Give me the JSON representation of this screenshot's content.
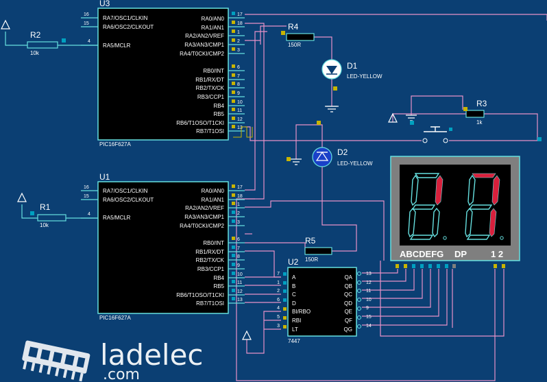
{
  "chip_top": {
    "ref": "U3",
    "model": "PIC16F627A",
    "left_pins": [
      {
        "num": "16",
        "label": "RA7/OSC1/CLKIN"
      },
      {
        "num": "15",
        "label": "RA6/OSC2/CLKOUT"
      },
      {
        "num": "4",
        "label": "RA5/MCLR"
      }
    ],
    "right_pins": [
      {
        "num": "17",
        "label": "RA0/AN0"
      },
      {
        "num": "18",
        "label": "RA1/AN1"
      },
      {
        "num": "1",
        "label": "RA2/AN2/VREF"
      },
      {
        "num": "2",
        "label": "RA3/AN3/CMP1"
      },
      {
        "num": "3",
        "label": "RA4/T0CKI/CMP2"
      },
      {
        "num": "6",
        "label": "RB0/INT"
      },
      {
        "num": "7",
        "label": "RB1/RX/DT"
      },
      {
        "num": "8",
        "label": "RB2/TX/CK"
      },
      {
        "num": "9",
        "label": "RB3/CCP1"
      },
      {
        "num": "10",
        "label": "RB4"
      },
      {
        "num": "11",
        "label": "RB5"
      },
      {
        "num": "12",
        "label": "RB6/T1OSO/T1CKI"
      },
      {
        "num": "13",
        "label": "RB7/T1OSI"
      }
    ]
  },
  "chip_bottom": {
    "ref": "U1",
    "model": "PIC16F627A",
    "left_pins": [
      {
        "num": "16",
        "label": "RA7/OSC1/CLKIN"
      },
      {
        "num": "15",
        "label": "RA6/OSC2/CLKOUT"
      },
      {
        "num": "4",
        "label": "RA5/MCLR"
      }
    ],
    "right_pins": [
      {
        "num": "17",
        "label": "RA0/AN0"
      },
      {
        "num": "18",
        "label": "RA1/AN1"
      },
      {
        "num": "1",
        "label": "RA2/AN2/VREF"
      },
      {
        "num": "2",
        "label": "RA3/AN3/CMP1"
      },
      {
        "num": "3",
        "label": "RA4/T0CKI/CMP2"
      },
      {
        "num": "6",
        "label": "RB0/INT"
      },
      {
        "num": "7",
        "label": "RB1/RX/DT"
      },
      {
        "num": "8",
        "label": "RB2/TX/CK"
      },
      {
        "num": "9",
        "label": "RB3/CCP1"
      },
      {
        "num": "10",
        "label": "RB4"
      },
      {
        "num": "11",
        "label": "RB5"
      },
      {
        "num": "12",
        "label": "RB6/T1OSO/T1CKI"
      },
      {
        "num": "13",
        "label": "RB7/T1OSI"
      }
    ]
  },
  "decoder": {
    "ref": "U2",
    "model": "7447",
    "left_pins": [
      {
        "num": "7",
        "label": "A"
      },
      {
        "num": "1",
        "label": "B"
      },
      {
        "num": "2",
        "label": "C"
      },
      {
        "num": "6",
        "label": "D"
      },
      {
        "num": "4",
        "label": "BI/RBO"
      },
      {
        "num": "5",
        "label": "RBI"
      },
      {
        "num": "3",
        "label": "LT"
      }
    ],
    "right_pins": [
      {
        "num": "13",
        "label": "QA"
      },
      {
        "num": "12",
        "label": "QB"
      },
      {
        "num": "11",
        "label": "QC"
      },
      {
        "num": "10",
        "label": "QD"
      },
      {
        "num": "9",
        "label": "QE"
      },
      {
        "num": "15",
        "label": "QF"
      },
      {
        "num": "14",
        "label": "QG"
      }
    ]
  },
  "resistors": {
    "r2": {
      "ref": "R2",
      "value": "10k"
    },
    "r1": {
      "ref": "R1",
      "value": "10k"
    },
    "r4": {
      "ref": "R4",
      "value": "150R"
    },
    "r3": {
      "ref": "R3",
      "value": "1k"
    },
    "r5": {
      "ref": "R5",
      "value": "150R"
    }
  },
  "leds": {
    "d1": {
      "ref": "D1",
      "value": "LED-YELLOW"
    },
    "d2": {
      "ref": "D2",
      "value": "LED-YELLOW"
    }
  },
  "display": {
    "segment_labels": "ABCDEFG",
    "dp_label": "DP",
    "digit_labels": "1 2"
  },
  "logo": {
    "name": "ladelec",
    "suffix": ".com"
  },
  "colors": {
    "background": "#0b3f73",
    "wire": "#e892c8",
    "outline": "#66e0e0",
    "segment_on": "#d8203c"
  }
}
